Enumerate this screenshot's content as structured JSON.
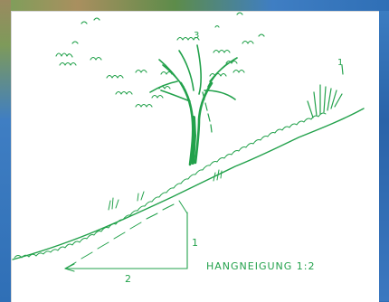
{
  "diagram": {
    "slope_ratio_label": "HANGNEIGUNG 1:2",
    "rise_label": "1",
    "run_label": "2",
    "tree_mark_label": "3",
    "grass_mark_label": "1"
  },
  "colors": {
    "ink": "#22a14b",
    "paper": "#ffffff",
    "backdrop": "#2f6fb6"
  }
}
